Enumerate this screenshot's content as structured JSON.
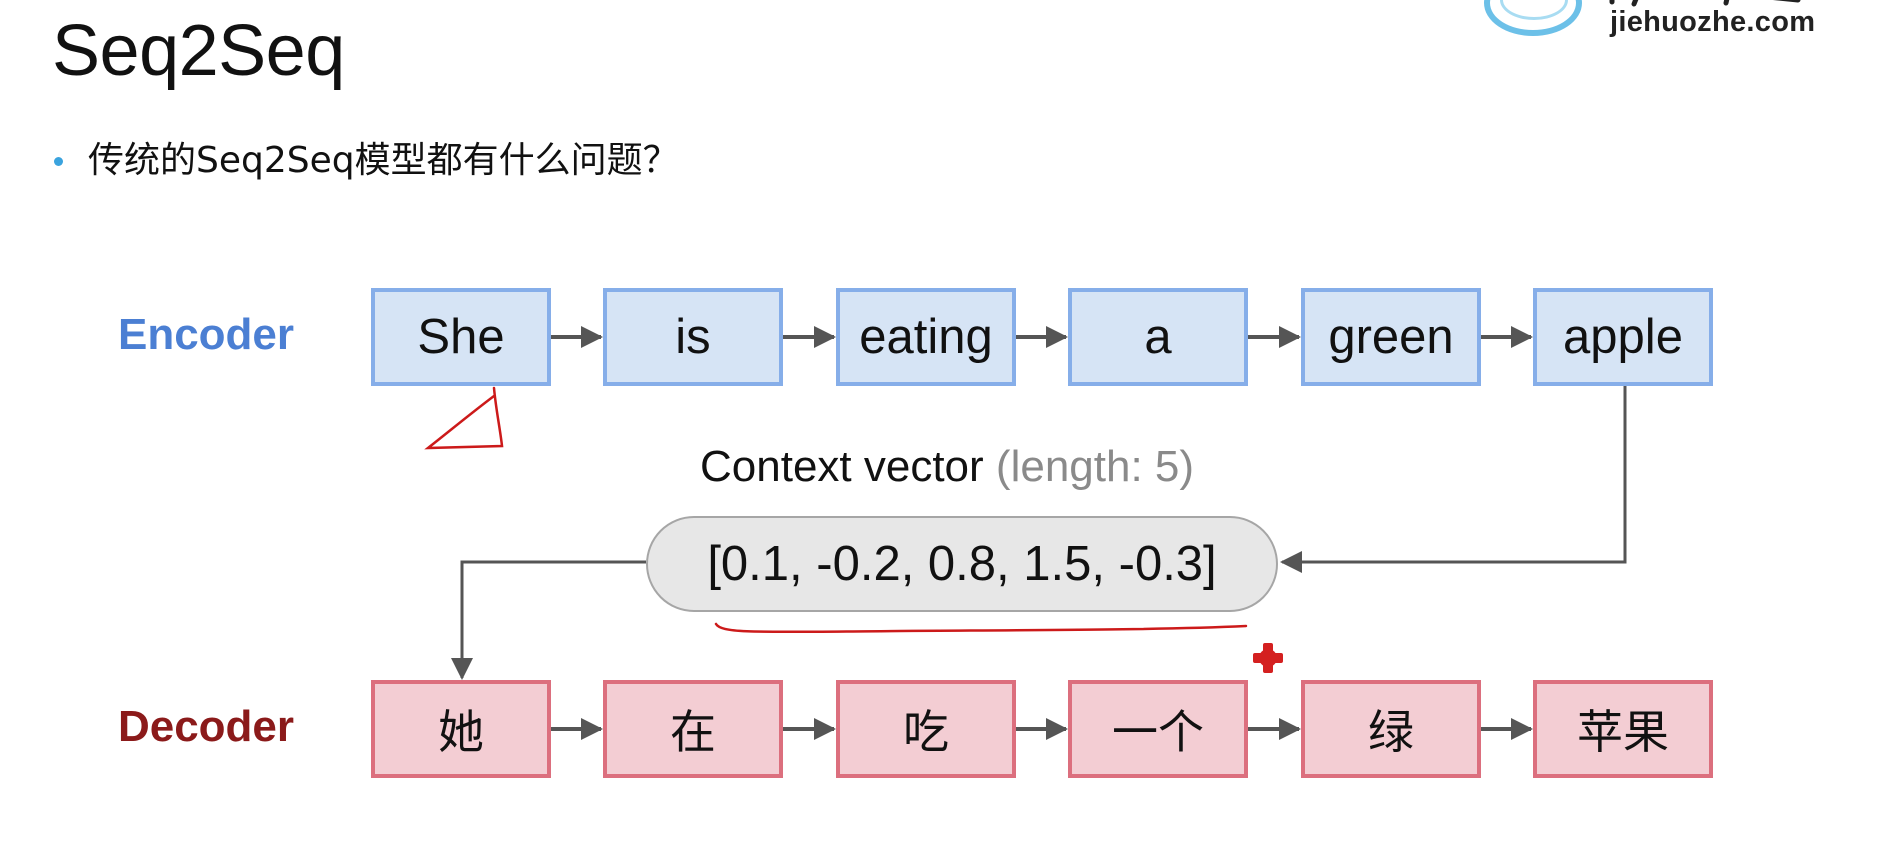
{
  "slide": {
    "title": "Seq2Seq",
    "bullet": "传统的Seq2Seq模型都有什么问题？"
  },
  "logo": {
    "text": "jiehuozhe.com",
    "ring_color": "#6cc0e8"
  },
  "diagram": {
    "encoder_label": "Encoder",
    "decoder_label": "Decoder",
    "encoder_tokens": [
      "She",
      "is",
      "eating",
      "a",
      "green",
      "apple"
    ],
    "decoder_tokens": [
      "她",
      "在",
      "吃",
      "一个",
      "绿",
      "苹果"
    ],
    "context_caption": "Context vector",
    "context_caption_note": "(length: 5)",
    "context_vector": "[0.1, -0.2, 0.8, 1.5, -0.3]",
    "colors": {
      "encoder_fill": "#d6e4f5",
      "encoder_border": "#86aee9",
      "encoder_label": "#4b7fd3",
      "decoder_fill": "#f3cdd3",
      "decoder_border": "#dc6f7e",
      "decoder_label": "#8b1a1a",
      "arrow": "#555555",
      "annotation_ink": "#cc1a1a"
    }
  }
}
